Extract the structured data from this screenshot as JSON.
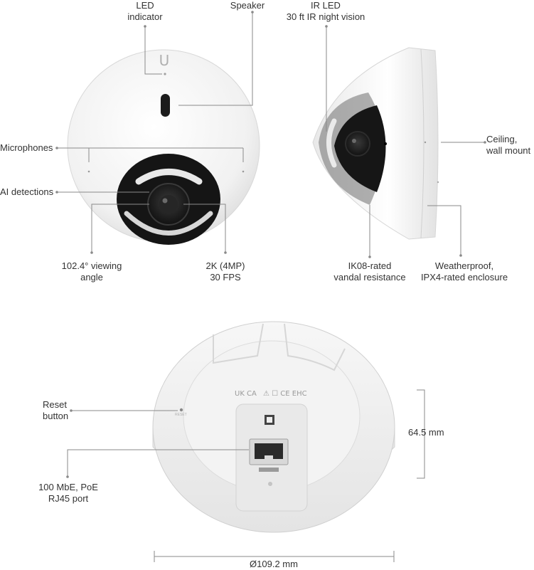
{
  "front_view": {
    "led_indicator": "LED\nindicator",
    "speaker": "Speaker",
    "microphones": "Microphones",
    "ai_detections": "AI detections",
    "viewing_angle": "102.4° viewing\nangle",
    "resolution": "2K (4MP)\n30 FPS"
  },
  "side_view": {
    "ir_led": "IR LED\n30 ft IR night vision",
    "mount": "Ceiling,\nwall mount",
    "ik08": "IK08-rated\nvandal resistance",
    "weatherproof": "Weatherproof,\nIPX4-rated enclosure"
  },
  "bottom_view": {
    "reset": "Reset\nbutton",
    "port": "100 MbE, PoE\nRJ45 port",
    "height": "64.5 mm",
    "diameter": "Ø109.2 mm",
    "reset_print": "RESET"
  },
  "colors": {
    "line": "#8a8a8a",
    "body": "#f2f2f2",
    "dark": "#1e1e1e"
  }
}
